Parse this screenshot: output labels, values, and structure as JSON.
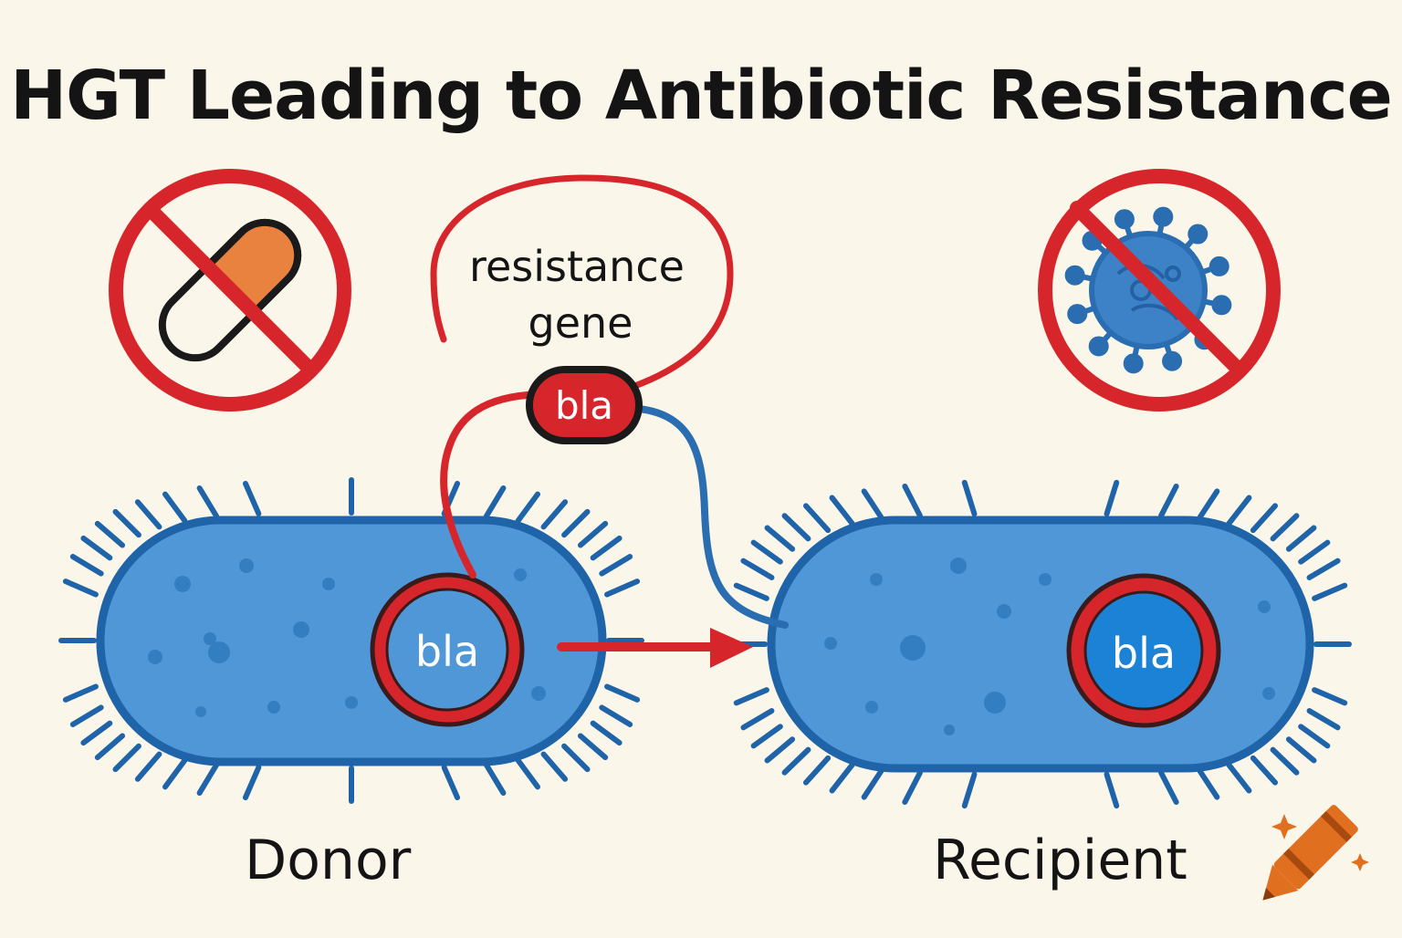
{
  "title": "HGT Leading to Antibiotic Resistance",
  "plasmid": {
    "label_line1": "resistance",
    "label_line2": "gene",
    "gene_tag": "bla"
  },
  "donor": {
    "label": "Donor",
    "gene_label": "bla"
  },
  "recipient": {
    "label": "Recipient",
    "gene_label": "bla"
  },
  "icons": {
    "no_antibiotic": "no-pill-icon",
    "no_virus": "no-virus-icon",
    "crayon": "crayon-icon"
  },
  "colors": {
    "background": "#fbf6ea",
    "cell_fill": "#4f97d6",
    "cell_outline": "#1f64a8",
    "resistance_red": "#d7262b",
    "pill_orange": "#e8823e",
    "virus_blue": "#2a6db0"
  }
}
